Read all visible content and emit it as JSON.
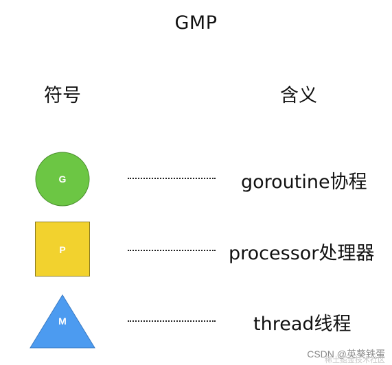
{
  "title": "GMP",
  "headers": {
    "symbol": "符号",
    "meaning": "含义"
  },
  "rows": [
    {
      "shape": "circle",
      "label": "G",
      "meaning": "goroutine协程",
      "fill": "#6cc644"
    },
    {
      "shape": "square",
      "label": "P",
      "meaning": "processor处理器",
      "fill": "#f2d22e"
    },
    {
      "shape": "triangle",
      "label": "M",
      "meaning": "thread线程",
      "fill": "#4c9bf0"
    }
  ],
  "watermark": {
    "text": "CSDN @英葵铁蛋",
    "ghost": "稀土掘金技术社区"
  }
}
